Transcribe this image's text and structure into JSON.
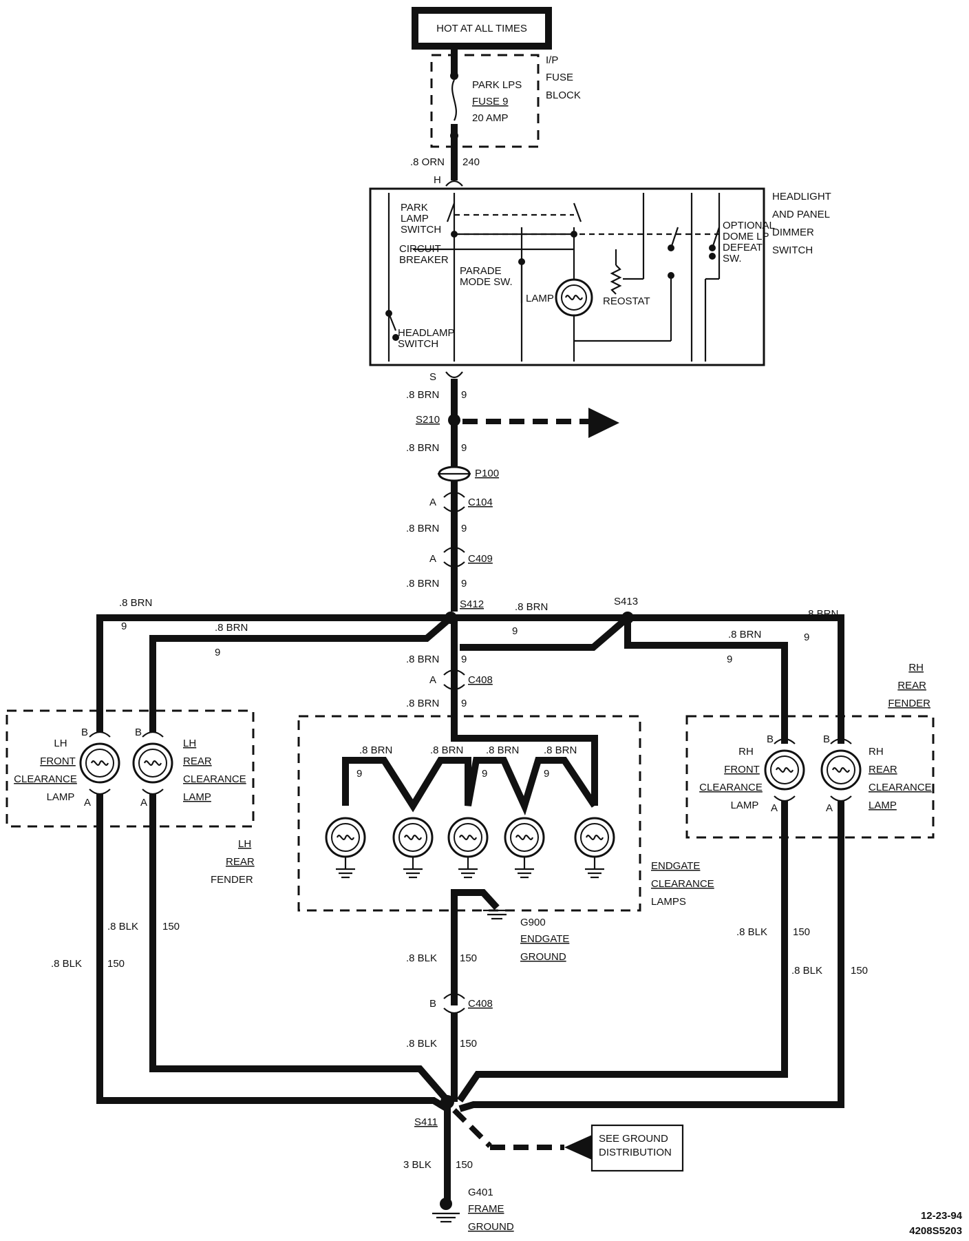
{
  "hot_label": "HOT AT ALL TIMES",
  "fuse": {
    "name": "PARK LPS",
    "number": "FUSE 9",
    "rating": "20 AMP",
    "block": [
      "I/P",
      "FUSE",
      "BLOCK"
    ]
  },
  "top_wire": {
    "gauge": ".8 ORN",
    "circuit": "240",
    "pin": "H"
  },
  "switch_box": {
    "title": [
      "HEADLIGHT",
      "AND PANEL",
      "DIMMER",
      "SWITCH"
    ],
    "park_lamp_switch": [
      "PARK",
      "LAMP",
      "SWITCH"
    ],
    "circuit_breaker": [
      "CIRCUIT",
      "BREAKER"
    ],
    "parade_mode": [
      "PARADE",
      "MODE SW."
    ],
    "lamp": "LAMP",
    "reostat": "REOSTAT",
    "optional_dome": [
      "OPTIONAL",
      "DOME LP",
      "DEFEAT",
      "SW."
    ],
    "headlamp_switch": [
      "HEADLAMP",
      "SWITCH"
    ],
    "out_pin": "S"
  },
  "wires": {
    "brn": ".8 BRN",
    "brn_circuit": "9",
    "blk": ".8 BLK",
    "blk_circuit": "150",
    "ground_gauge": "3 BLK"
  },
  "splices": {
    "s210": "S210",
    "s412": "S412",
    "s413": "S413",
    "s411": "S411"
  },
  "connectors": {
    "p100": "P100",
    "c104": "C104",
    "c409": "C409",
    "c408": "C408",
    "pin_a": "A",
    "pin_b": "B"
  },
  "lh_front": [
    "LH",
    "FRONT",
    "CLEARANCE",
    "LAMP"
  ],
  "lh_rear": [
    "LH",
    "REAR",
    "CLEARANCE",
    "LAMP"
  ],
  "lh_rear_fender": [
    "LH",
    "REAR",
    "FENDER"
  ],
  "rh_front": [
    "RH",
    "FRONT",
    "CLEARANCE",
    "LAMP"
  ],
  "rh_rear": [
    "RH",
    "REAR",
    "CLEARANCE",
    "LAMP"
  ],
  "rh_rear_fender": [
    "RH",
    "REAR",
    "FENDER"
  ],
  "endgate_lamps": [
    "ENDGATE",
    "CLEARANCE",
    "LAMPS"
  ],
  "g900": [
    "G900",
    "ENDGATE",
    "GROUND"
  ],
  "see_ground": [
    "SEE GROUND",
    "DISTRIBUTION"
  ],
  "g401": [
    "G401",
    "FRAME",
    "GROUND"
  ],
  "footer": {
    "date": "12-23-94",
    "code": "4208S5203"
  }
}
